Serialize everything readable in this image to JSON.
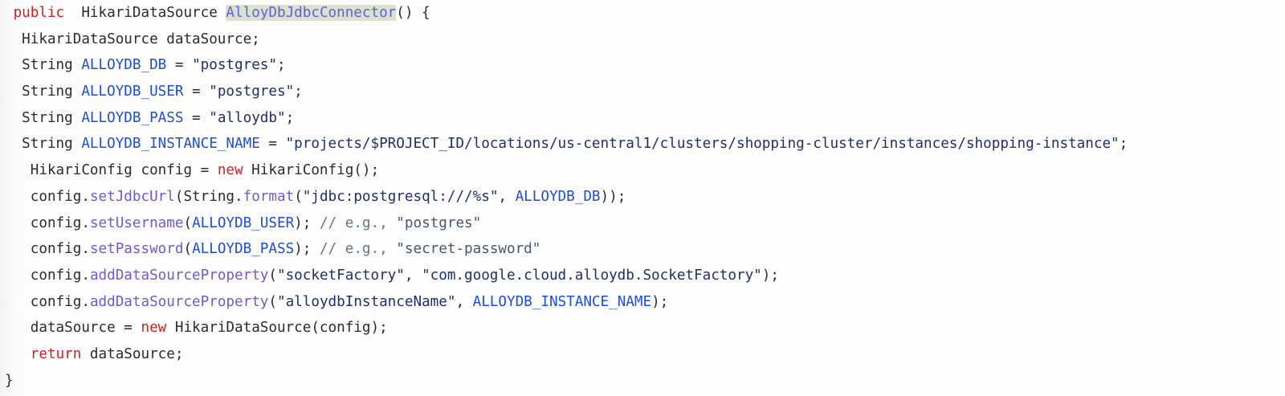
{
  "document": {
    "kind": "code-snippet",
    "language": "Java",
    "background_color": "#fdfdfd",
    "colors": {
      "keyword": "#cc2222",
      "plain": "#2b2b2b",
      "constant": "#1a4fd6",
      "string": "#1f2f6e",
      "method": "#6b5bd6",
      "comment": "#6a7280",
      "highlight_background": "#d8e2cd"
    }
  },
  "code": {
    "lines": [
      {
        "id": "line-1",
        "tokens": [
          {
            "text": " ",
            "type": "plain"
          },
          {
            "text": "public",
            "type": "keyword"
          },
          {
            "text": "  HikariDataSource ",
            "type": "plain"
          },
          {
            "text": "AlloyDbJdbcConnector",
            "type": "highlight"
          },
          {
            "text": "() {",
            "type": "plain"
          }
        ]
      },
      {
        "id": "line-2",
        "tokens": [
          {
            "text": "  HikariDataSource dataSource;",
            "type": "plain"
          }
        ]
      },
      {
        "id": "line-3",
        "tokens": [
          {
            "text": "  String ",
            "type": "plain"
          },
          {
            "text": "ALLOYDB_DB",
            "type": "constant"
          },
          {
            "text": " = ",
            "type": "plain"
          },
          {
            "text": "\"postgres\"",
            "type": "string"
          },
          {
            "text": ";",
            "type": "plain"
          }
        ]
      },
      {
        "id": "line-4",
        "tokens": [
          {
            "text": "  String ",
            "type": "plain"
          },
          {
            "text": "ALLOYDB_USER",
            "type": "constant"
          },
          {
            "text": " = ",
            "type": "plain"
          },
          {
            "text": "\"postgres\"",
            "type": "string"
          },
          {
            "text": ";",
            "type": "plain"
          }
        ]
      },
      {
        "id": "line-5",
        "tokens": [
          {
            "text": "  String ",
            "type": "plain"
          },
          {
            "text": "ALLOYDB_PASS",
            "type": "constant"
          },
          {
            "text": " = ",
            "type": "plain"
          },
          {
            "text": "\"alloydb\"",
            "type": "string"
          },
          {
            "text": ";",
            "type": "plain"
          }
        ]
      },
      {
        "id": "line-6",
        "tokens": [
          {
            "text": "  String ",
            "type": "plain"
          },
          {
            "text": "ALLOYDB_INSTANCE_NAME",
            "type": "constant"
          },
          {
            "text": " = ",
            "type": "plain"
          },
          {
            "text": "\"projects/$PROJECT_ID/locations/us-central1/clusters/shopping-cluster/instances/shopping-instance\"",
            "type": "string"
          },
          {
            "text": ";",
            "type": "plain"
          }
        ]
      },
      {
        "id": "line-7",
        "tokens": [
          {
            "text": "   HikariConfig config = ",
            "type": "plain"
          },
          {
            "text": "new",
            "type": "keyword"
          },
          {
            "text": " HikariConfig();",
            "type": "plain"
          }
        ]
      },
      {
        "id": "line-8",
        "tokens": [
          {
            "text": "   config.",
            "type": "plain"
          },
          {
            "text": "setJdbcUrl",
            "type": "method"
          },
          {
            "text": "(String.",
            "type": "plain"
          },
          {
            "text": "format",
            "type": "method"
          },
          {
            "text": "(",
            "type": "plain"
          },
          {
            "text": "\"jdbc:postgresql:///%s\"",
            "type": "string"
          },
          {
            "text": ", ",
            "type": "plain"
          },
          {
            "text": "ALLOYDB_DB",
            "type": "constant"
          },
          {
            "text": "));",
            "type": "plain"
          }
        ]
      },
      {
        "id": "line-9",
        "tokens": [
          {
            "text": "   config.",
            "type": "plain"
          },
          {
            "text": "setUsername",
            "type": "method"
          },
          {
            "text": "(",
            "type": "plain"
          },
          {
            "text": "ALLOYDB_USER",
            "type": "constant"
          },
          {
            "text": "); ",
            "type": "plain"
          },
          {
            "text": "// e.g., ",
            "type": "comment"
          },
          {
            "text": "\"postgres\"",
            "type": "comment-string"
          }
        ]
      },
      {
        "id": "line-10",
        "tokens": [
          {
            "text": "   config.",
            "type": "plain"
          },
          {
            "text": "setPassword",
            "type": "method"
          },
          {
            "text": "(",
            "type": "plain"
          },
          {
            "text": "ALLOYDB_PASS",
            "type": "constant"
          },
          {
            "text": "); ",
            "type": "plain"
          },
          {
            "text": "// e.g., ",
            "type": "comment"
          },
          {
            "text": "\"secret-password\"",
            "type": "comment-string"
          }
        ]
      },
      {
        "id": "line-11",
        "tokens": [
          {
            "text": "   config.",
            "type": "plain"
          },
          {
            "text": "addDataSourceProperty",
            "type": "method"
          },
          {
            "text": "(",
            "type": "plain"
          },
          {
            "text": "\"socketFactory\"",
            "type": "string"
          },
          {
            "text": ", ",
            "type": "plain"
          },
          {
            "text": "\"com.google.cloud.alloydb.SocketFactory\"",
            "type": "string"
          },
          {
            "text": ");",
            "type": "plain"
          }
        ]
      },
      {
        "id": "line-12",
        "tokens": [
          {
            "text": "   config.",
            "type": "plain"
          },
          {
            "text": "addDataSourceProperty",
            "type": "method"
          },
          {
            "text": "(",
            "type": "plain"
          },
          {
            "text": "\"alloydbInstanceName\"",
            "type": "string"
          },
          {
            "text": ", ",
            "type": "plain"
          },
          {
            "text": "ALLOYDB_INSTANCE_NAME",
            "type": "constant"
          },
          {
            "text": ");",
            "type": "plain"
          }
        ]
      },
      {
        "id": "line-13",
        "tokens": [
          {
            "text": "   dataSource = ",
            "type": "plain"
          },
          {
            "text": "new",
            "type": "keyword"
          },
          {
            "text": " HikariDataSource(config);",
            "type": "plain"
          }
        ]
      },
      {
        "id": "line-14",
        "tokens": [
          {
            "text": "   ",
            "type": "plain"
          },
          {
            "text": "return",
            "type": "keyword"
          },
          {
            "text": " dataSource;",
            "type": "plain"
          }
        ]
      },
      {
        "id": "line-15",
        "tokens": [
          {
            "text": "}",
            "type": "plain"
          }
        ]
      }
    ]
  }
}
